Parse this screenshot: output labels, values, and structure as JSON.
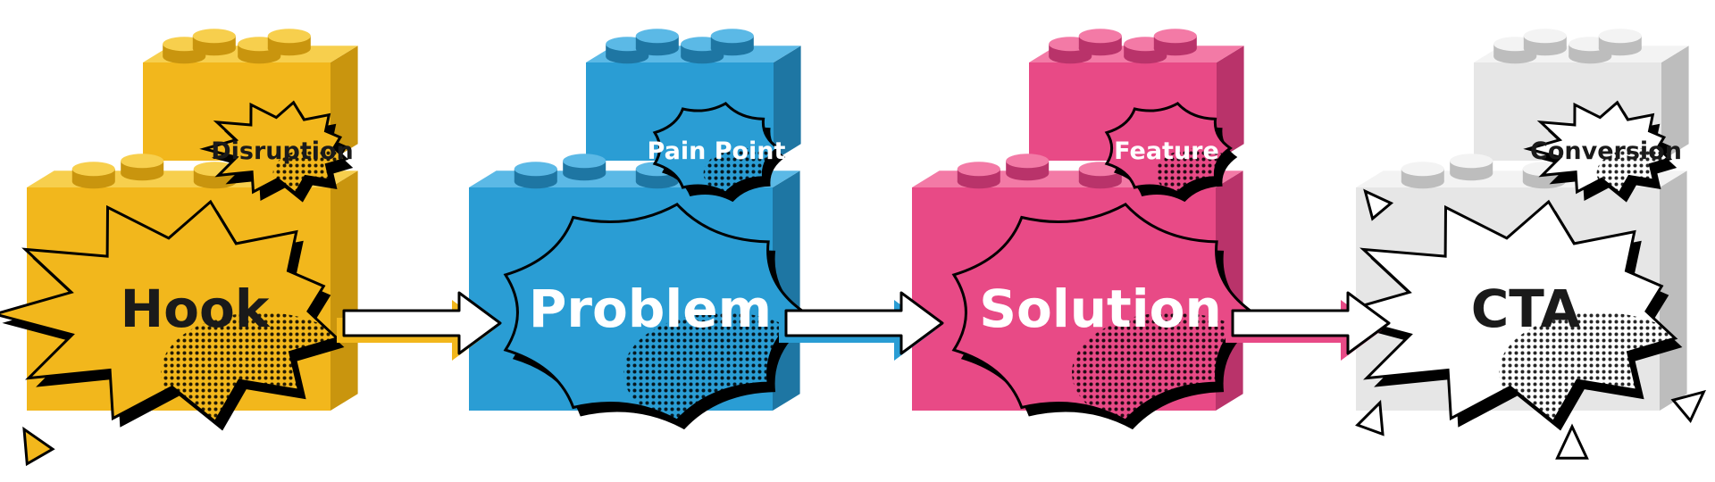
{
  "stages": [
    {
      "main_label": "Hook",
      "sub_label": "Disruption",
      "colors": {
        "base": "#F2B71C",
        "light": "#F7CF4D",
        "dark": "#C9950E",
        "text": "#1a1a1a"
      },
      "burst": "spiky"
    },
    {
      "main_label": "Problem",
      "sub_label": "Pain Point",
      "colors": {
        "base": "#2A9DD4",
        "light": "#5BB9E6",
        "dark": "#1E76A3",
        "text": "#ffffff"
      },
      "burst": "cloud"
    },
    {
      "main_label": "Solution",
      "sub_label": "Feature",
      "colors": {
        "base": "#E84A86",
        "light": "#F37AA6",
        "dark": "#B9336A",
        "text": "#ffffff"
      },
      "burst": "cloud"
    },
    {
      "main_label": "CTA",
      "sub_label": "Conversion",
      "colors": {
        "base": "#E6E6E6",
        "light": "#F3F3F3",
        "dark": "#BDBDBD",
        "text": "#1a1a1a"
      },
      "burst": "spiky-white"
    }
  ],
  "arrow_colors": [
    "#F2B71C",
    "#2A9DD4",
    "#E84A86"
  ]
}
